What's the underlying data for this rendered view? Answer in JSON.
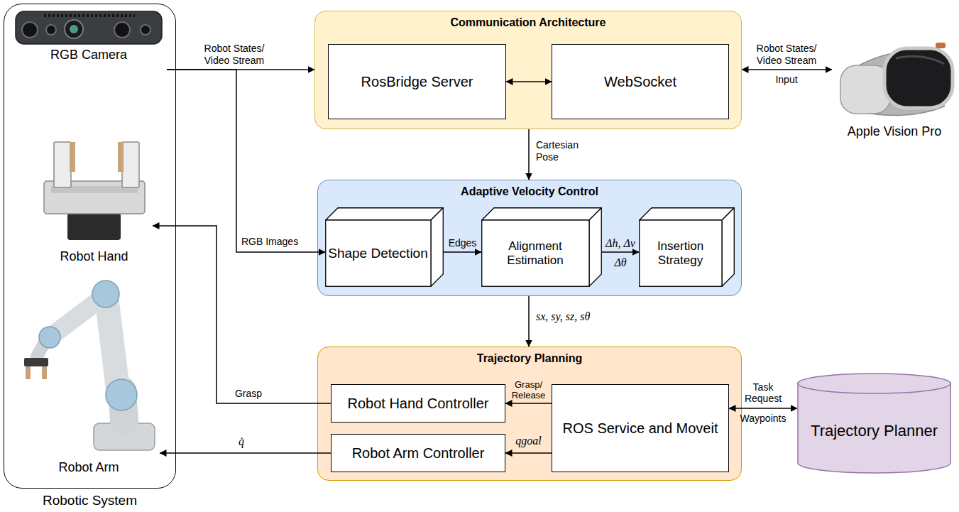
{
  "diagram": {
    "nodes": [
      {
        "text": [
          "Robotic System"
        ]
      },
      {
        "text": [
          "RGB Camera"
        ],
        "in": 0
      },
      {
        "text": [
          "Robot Hand"
        ],
        "in": 0
      },
      {
        "text": [
          "Robot Arm"
        ],
        "in": 0
      },
      {
        "text": [
          "Communication Architecture"
        ]
      },
      {
        "text": [
          "RosBridge Server"
        ],
        "in": 4
      },
      {
        "text": [
          "WebSocket"
        ],
        "in": 4
      },
      {
        "text": [
          "Apple Vision Pro"
        ]
      },
      {
        "text": [
          "Adaptive Velocity Control"
        ]
      },
      {
        "text": [
          "Shape Detection"
        ],
        "in": 8
      },
      {
        "text": [
          "Alignment Estimation"
        ],
        "in": 8
      },
      {
        "text": [
          "Insertion Strategy"
        ],
        "in": 8
      },
      {
        "text": [
          "Trajectory Planning"
        ]
      },
      {
        "text": [
          "Robot Hand Controller"
        ],
        "in": 12
      },
      {
        "text": [
          "Robot Arm Controller"
        ],
        "in": 12
      },
      {
        "text": [
          "ROS Service and Moveit"
        ],
        "in": 12
      },
      {
        "text": [
          "Trajectory Planner"
        ]
      }
    ],
    "edges": [
      {
        "from": 1,
        "to": 4,
        "arrow": "to",
        "label": "Robot States/ Video Stream"
      },
      {
        "from": 1,
        "to": 9,
        "arrow": "to",
        "label": "RGB Images"
      },
      {
        "from": 5,
        "to": 6,
        "arrow": "both"
      },
      {
        "from": 4,
        "to": 7,
        "arrow": "both",
        "label": "Robot States/ Video Stream"
      },
      {
        "from": 4,
        "to": 8,
        "arrow": "to",
        "label": "Cartesian Pose"
      },
      {
        "from": 9,
        "to": 10,
        "arrow": "to",
        "label": "Edges"
      },
      {
        "from": 10,
        "to": 11,
        "arrow": "to",
        "label": "Δh, Δv"
      },
      {
        "from": 8,
        "to": 12,
        "arrow": "to",
        "label": "sx, sy, sz, sθ"
      },
      {
        "from": 15,
        "to": 13,
        "arrow": "to",
        "label": "Grasp/ Release"
      },
      {
        "from": 15,
        "to": 14,
        "arrow": "to",
        "label": "qgoal"
      },
      {
        "from": 13,
        "to": 2,
        "arrow": "to",
        "label": "Grasp"
      },
      {
        "from": 14,
        "to": 3,
        "arrow": "to",
        "label": "q̇"
      },
      {
        "from": 15,
        "to": 16,
        "arrow": "both",
        "label": "Task Request"
      }
    ],
    "labels": [
      "Input",
      "Δθ",
      "Waypoints"
    ]
  }
}
